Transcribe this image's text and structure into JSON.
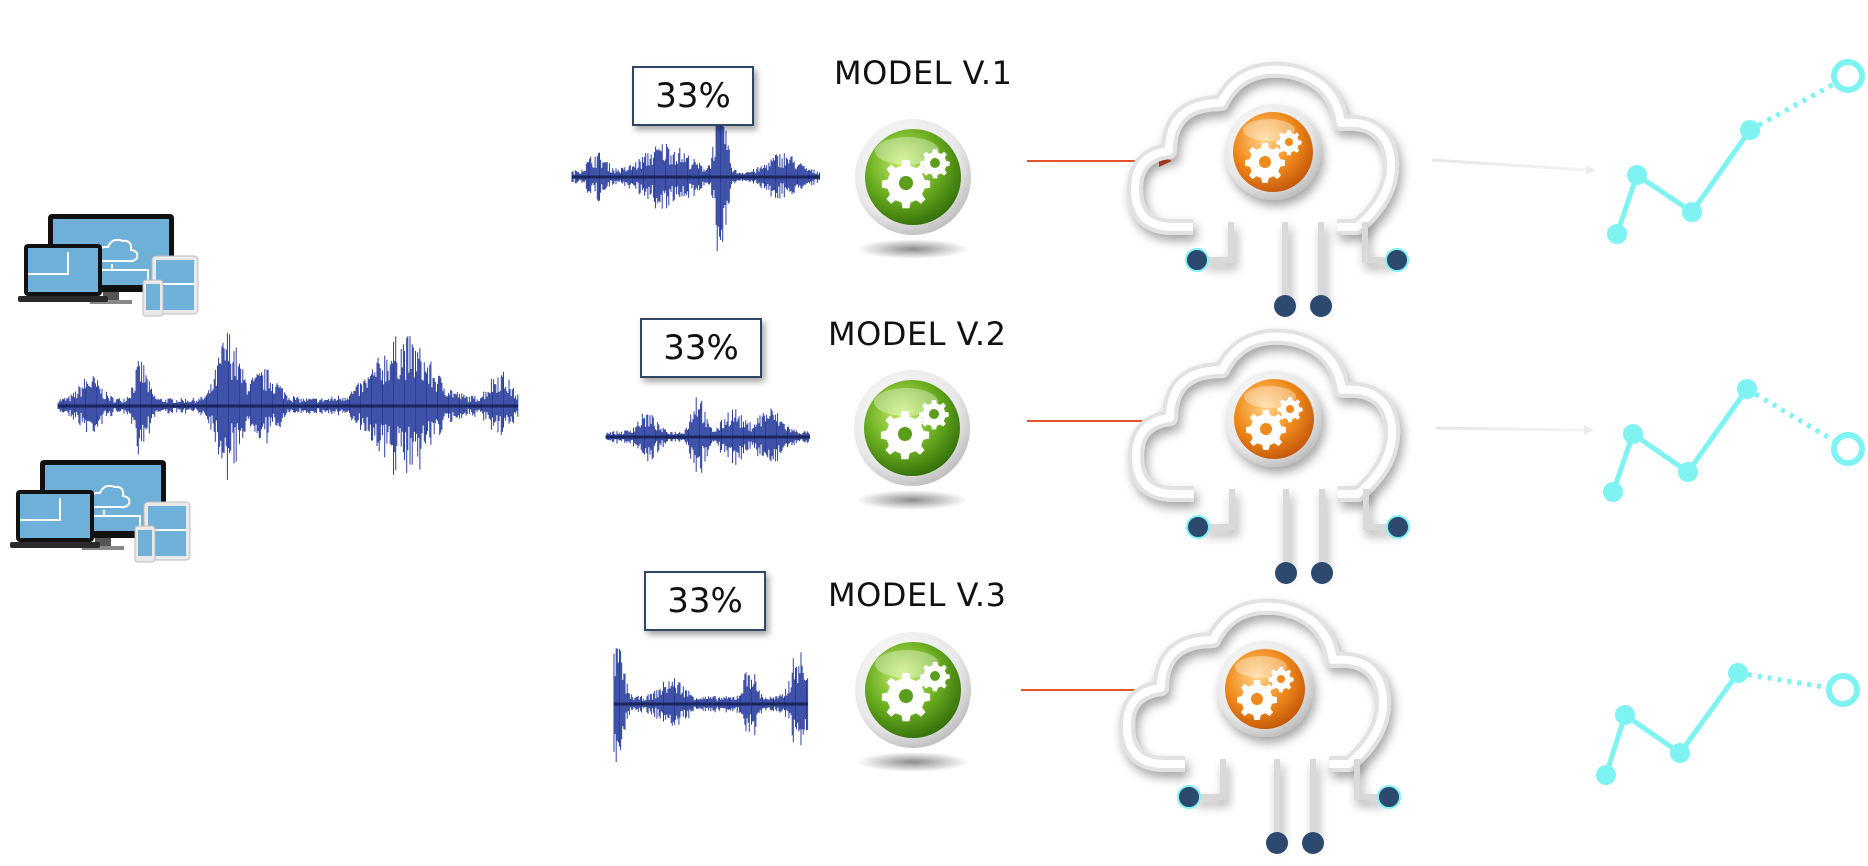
{
  "rows": [
    {
      "model_label": "MODEL V.1",
      "split_percent": "33%"
    },
    {
      "model_label": "MODEL V.2",
      "split_percent": "33%"
    },
    {
      "model_label": "MODEL V.3",
      "split_percent": "33%"
    }
  ],
  "colors": {
    "waveform": "#2b3f9f",
    "waveform_core": "#111c4a",
    "device_screen": "#6fb0d9",
    "device_frame": "#111111",
    "model_icon": "#5a9e1b",
    "cloud_icon": "#f08a1a",
    "arrow": "#e0552a",
    "trend_line": "#7ff2f2",
    "node_dot": "#2d4a6e"
  },
  "icons": [
    "devices-icon",
    "waveform-icon",
    "gear-sphere-icon",
    "cloud-circuit-icon",
    "trend-chart-icon"
  ]
}
